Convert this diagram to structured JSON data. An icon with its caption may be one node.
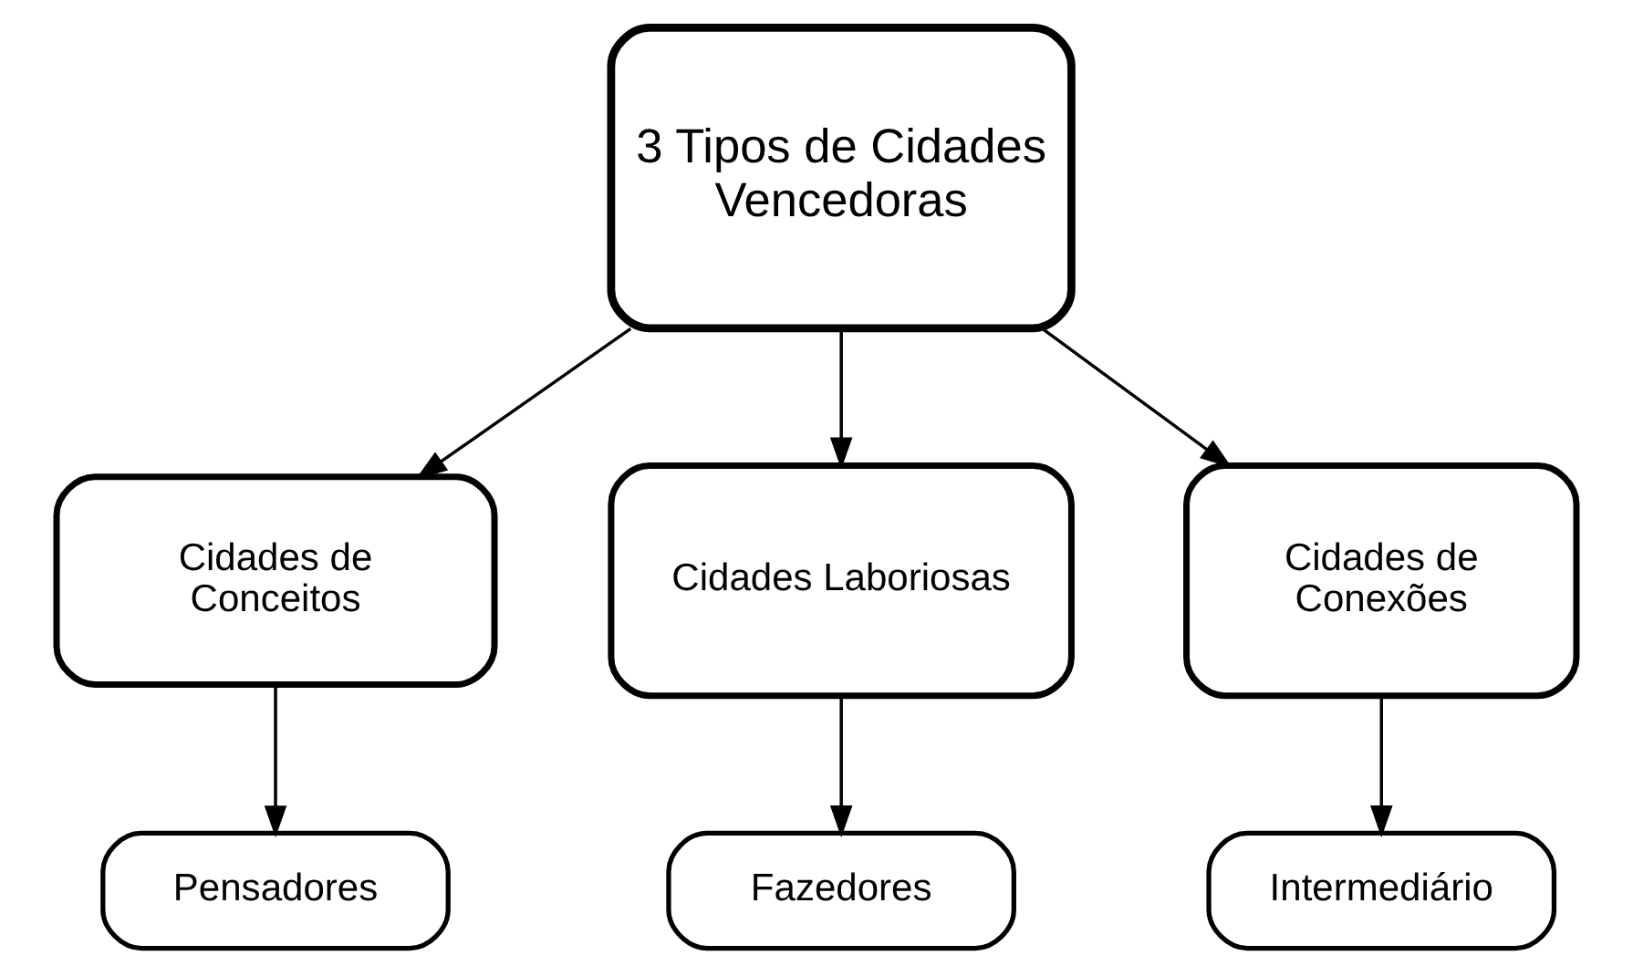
{
  "diagram": {
    "nodes": [
      {
        "text": [
          "3 Tipos de Cidades Vencedoras"
        ]
      },
      {
        "text": [
          "Cidades de Conceitos"
        ]
      },
      {
        "text": [
          "Cidades Laboriosas"
        ]
      },
      {
        "text": [
          "Cidades de Conexões"
        ]
      },
      {
        "text": [
          "Pensadores"
        ]
      },
      {
        "text": [
          "Fazedores"
        ]
      },
      {
        "text": [
          "Intermediário"
        ]
      }
    ],
    "edges": [
      {
        "from": 0,
        "to": 1,
        "arrow": "to"
      },
      {
        "from": 0,
        "to": 2,
        "arrow": "to"
      },
      {
        "from": 0,
        "to": 3,
        "arrow": "to"
      },
      {
        "from": 1,
        "to": 4,
        "arrow": "to"
      },
      {
        "from": 2,
        "to": 5,
        "arrow": "to"
      },
      {
        "from": 3,
        "to": 6,
        "arrow": "to"
      }
    ]
  }
}
